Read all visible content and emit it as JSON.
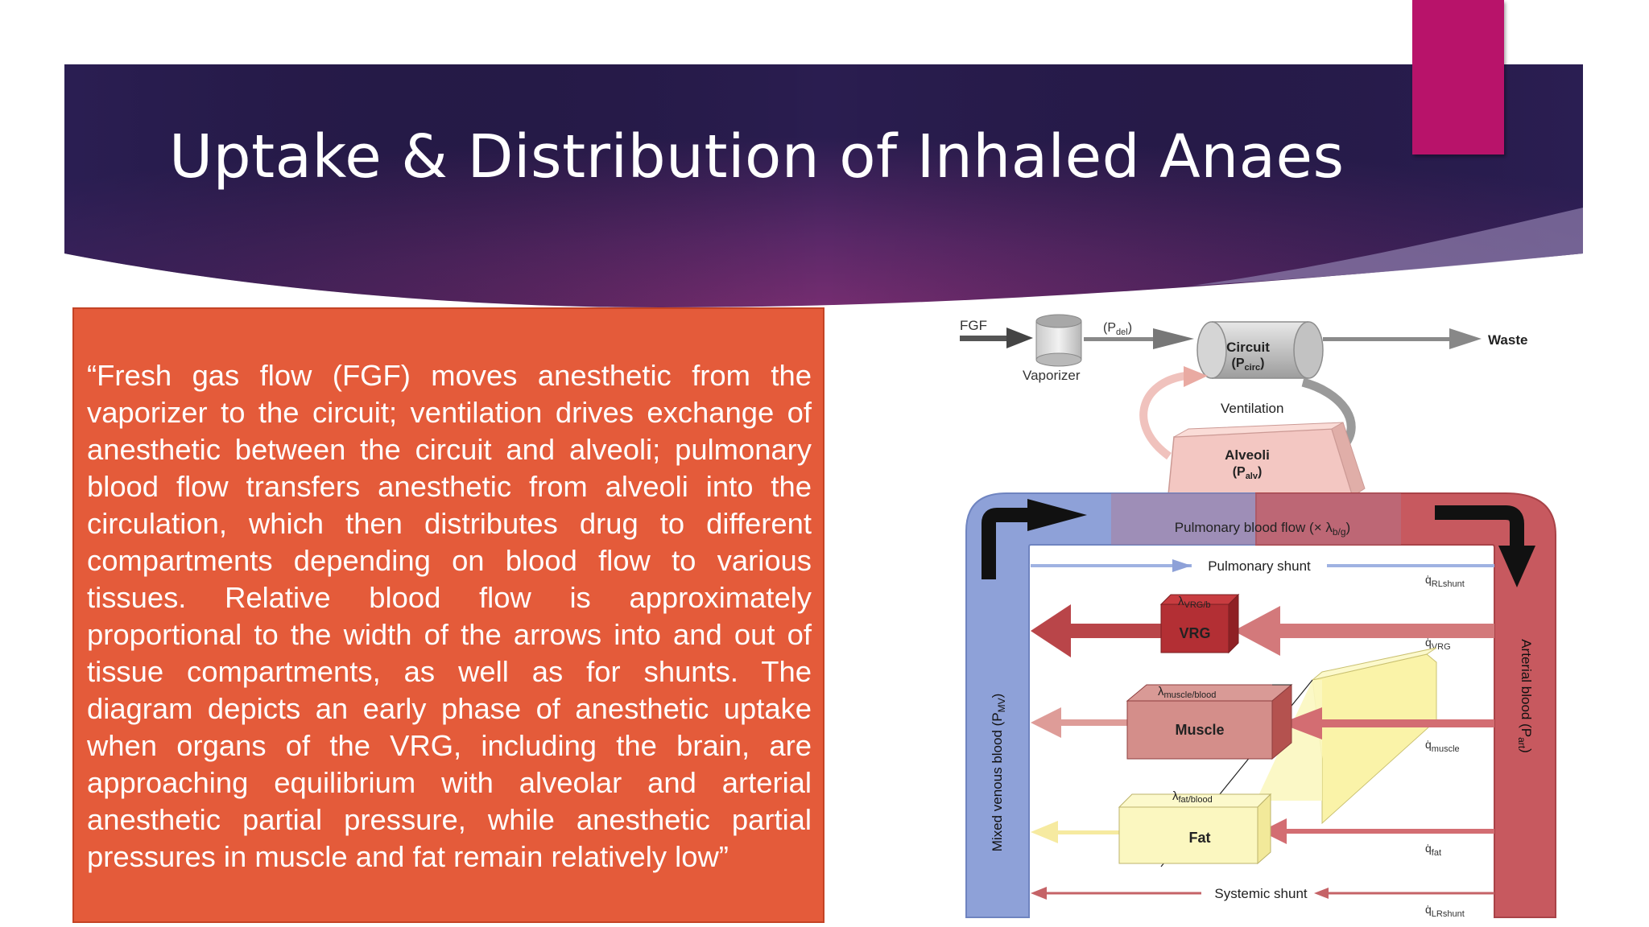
{
  "slide": {
    "title": "Uptake & Distribution of Inhaled Anaes",
    "quote": "“Fresh gas flow (FGF) moves anesthetic from the vaporizer to the circuit; ventilation drives exchange of anesthetic between the circuit and alveoli; pulmonary blood flow transfers anesthetic from alveoli into the circulation, which then distributes drug to different compartments depending on blood flow to various tissues. Relative blood flow is approximately proportional to the width of the arrows into and out of tissue compartments, as well as for shunts. The diagram depicts an early phase of anesthetic uptake when organs of the VRG, including the brain, are approaching equilibrium with alveolar and arterial anesthetic partial pressure, while anesthetic partial pressures in muscle and fat remain relatively low”"
  },
  "colors": {
    "header_dark": "#2a1d50",
    "header_mid": "#5a2868",
    "header_accent": "#7a2e72",
    "accent_tab": "#b8136a",
    "text_box": "#e45b3a",
    "venous_blue": "#8ea1d8",
    "arterial_red": "#c7595f",
    "vrg_red": "#b53034",
    "muscle_rose": "#d9908c",
    "fat_yellow": "#fbf7c0"
  },
  "diagram": {
    "fgf": "FGF",
    "vaporizer": "Vaporizer",
    "pdel": "(P",
    "pdel_sub": "del",
    "circuit": "Circuit",
    "pcirc": "(P",
    "pcirc_sub": "circ",
    "waste": "Waste",
    "ventilation": "Ventilation",
    "alveoli": "Alveoli",
    "palv": "(P",
    "palv_sub": "alv",
    "pulmonary_blood_flow": "Pulmonary blood flow (× λ",
    "pbf_sub": "b/g",
    "pulmonary_shunt": "Pulmonary shunt",
    "q_rlshunt_sub": "RLshunt",
    "lambda_vrg_sub": "VRG/b",
    "vrg": "VRG",
    "q_vrg_sub": "VRG",
    "lambda_muscle_sub": "muscle/blood",
    "muscle": "Muscle",
    "q_muscle_sub": "muscle",
    "lambda_fat_sub": "fat/blood",
    "fat": "Fat",
    "q_fat_sub": "fat",
    "systemic_shunt": "Systemic shunt",
    "q_lrshunt_sub": "LRshunt",
    "mixed_venous": "Mixed venous blood (P",
    "mv_sub": "MV",
    "arterial_blood": "Arterial blood (P",
    "art_sub": "art",
    "close_paren": ")",
    "lambda": "λ",
    "q": "q̇"
  }
}
